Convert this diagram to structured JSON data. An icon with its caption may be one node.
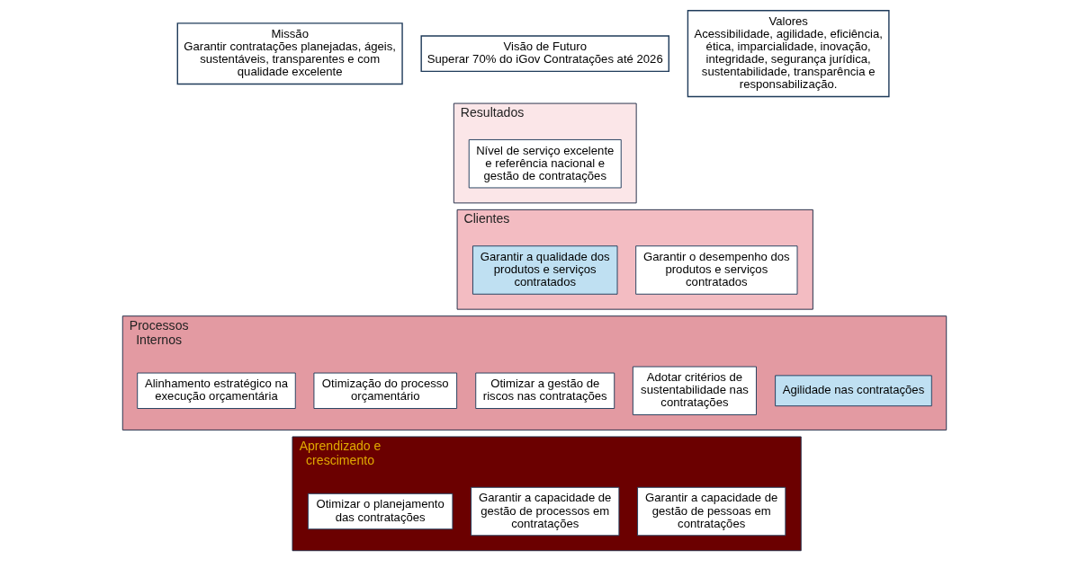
{
  "diagram": {
    "nodes": [
      {
        "text": [
          "Missão",
          "Garantir contratações planejadas, ágeis, sustentáveis, transparentes e com qualidade excelente"
        ]
      },
      {
        "text": [
          "Visão de Futuro",
          "Superar 70% do iGov Contratações até 2026"
        ]
      },
      {
        "text": [
          "Valores",
          "Acessibilidade, agilidade, eficiência, ética, imparcialidade, inovação, integridade, segurança jurídica, sustentabilidade, transparência e responsabilização."
        ]
      },
      {
        "text": [
          "Resultados"
        ]
      },
      {
        "text": [
          "Nível de serviço excelente e referência nacional e gestão de contratações"
        ],
        "in": 3
      },
      {
        "text": [
          "Clientes"
        ]
      },
      {
        "text": [
          "Garantir o desempenho dos produtos e serviços contratados"
        ],
        "in": 5
      },
      {
        "text": [
          "Garantir a qualidade dos produtos e serviços contratados"
        ],
        "in": 5
      },
      {
        "text": [
          "Processos Internos"
        ]
      },
      {
        "text": [
          "Agilidade nas contratações"
        ],
        "in": 8
      },
      {
        "text": [
          "Adotar critérios de sustentabilidade nas contratações"
        ],
        "in": 8
      },
      {
        "text": [
          "Otimizar a gestão de riscos nas contratações"
        ],
        "in": 8
      },
      {
        "text": [
          "Otimização do processo orçamentário"
        ],
        "in": 8
      },
      {
        "text": [
          "Alinhamento estratégico na execução orçamentária"
        ],
        "in": 8
      },
      {
        "text": [
          "Aprendizado e crescimento"
        ]
      },
      {
        "text": [
          "Garantir a capacidade de gestão de pessoas em contratações"
        ],
        "in": 14
      },
      {
        "text": [
          "Garantir a capacidade de gestão de processos em contratações"
        ],
        "in": 14
      },
      {
        "text": [
          "Otimizar o planejamento das contratações"
        ],
        "in": 14
      }
    ]
  }
}
